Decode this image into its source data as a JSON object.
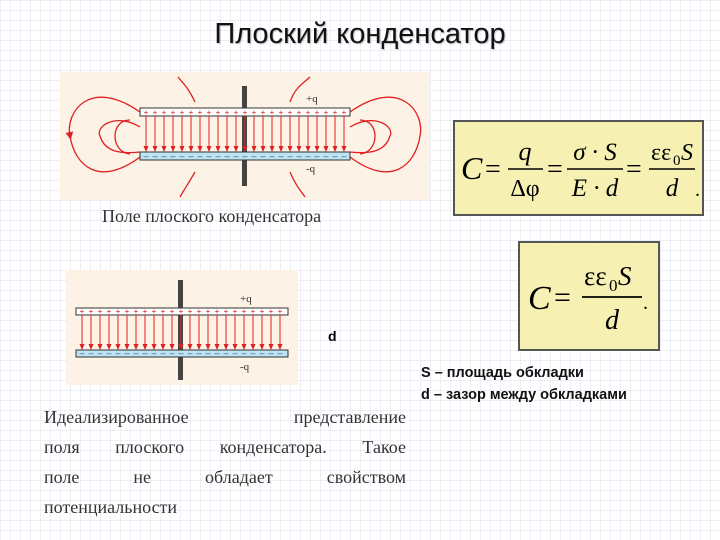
{
  "title": "Плоский конденсатор",
  "diagram1": {
    "caption": "Поле плоского конденсатора",
    "plus_label": "+q",
    "minus_label": "-q"
  },
  "diagram2": {
    "plus_label": "+q",
    "minus_label": "-q",
    "caption_lines": [
      "Идеализированное представление",
      "поля плоского конденсатора. Такое",
      "поле не обладает свойством",
      "потенциальности"
    ]
  },
  "d_label": "d",
  "formula1": {
    "lhs": "C",
    "eq": "=",
    "f1_num": "q",
    "f1_den": "Δφ",
    "f2_num": "σ · S",
    "f2_den": "E · d",
    "f3_num_a": "εε",
    "f3_num_sub": "0",
    "f3_num_b": "S",
    "f3_den": "d",
    "end": "."
  },
  "formula2": {
    "lhs": "C",
    "eq": "=",
    "num_a": "εε",
    "num_sub": "0",
    "num_b": "S",
    "den": "d",
    "end": "."
  },
  "definitions": [
    "S – площадь обкладки",
    "d – зазор между обкладками"
  ],
  "colors": {
    "field_line": "#e02020",
    "plate": "#3a3a3a",
    "panel": "#fdf2e6",
    "formula_box": "#f6f0b3"
  }
}
